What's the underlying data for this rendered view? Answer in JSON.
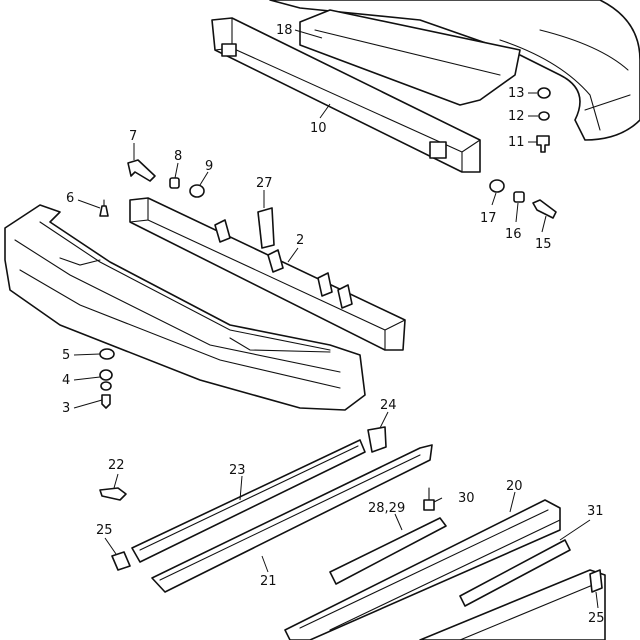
{
  "diagram": {
    "callouts": [
      {
        "id": "c18",
        "text": "18"
      },
      {
        "id": "c10",
        "text": "10"
      },
      {
        "id": "c13",
        "text": "13"
      },
      {
        "id": "c12",
        "text": "12"
      },
      {
        "id": "c11",
        "text": "11"
      },
      {
        "id": "c7",
        "text": "7"
      },
      {
        "id": "c8",
        "text": "8"
      },
      {
        "id": "c9",
        "text": "9"
      },
      {
        "id": "c27",
        "text": "27"
      },
      {
        "id": "c6",
        "text": "6"
      },
      {
        "id": "c2",
        "text": "2"
      },
      {
        "id": "c17",
        "text": "17"
      },
      {
        "id": "c16",
        "text": "16"
      },
      {
        "id": "c15",
        "text": "15"
      },
      {
        "id": "c5",
        "text": "5"
      },
      {
        "id": "c4",
        "text": "4"
      },
      {
        "id": "c3",
        "text": "3"
      },
      {
        "id": "c24",
        "text": "24"
      },
      {
        "id": "c22",
        "text": "22"
      },
      {
        "id": "c23",
        "text": "23"
      },
      {
        "id": "c30",
        "text": "30"
      },
      {
        "id": "c20",
        "text": "20"
      },
      {
        "id": "c2829",
        "text": "28,29"
      },
      {
        "id": "c31",
        "text": "31"
      },
      {
        "id": "c25a",
        "text": "25"
      },
      {
        "id": "c21",
        "text": "21"
      },
      {
        "id": "c25b",
        "text": "25"
      }
    ]
  }
}
